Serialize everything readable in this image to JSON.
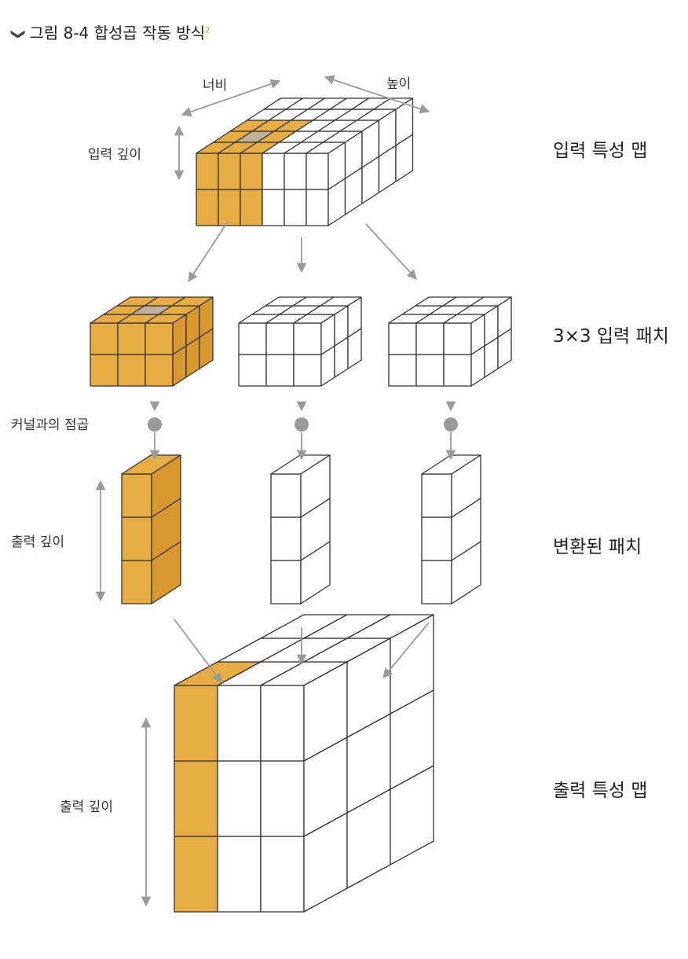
{
  "caption": {
    "marker": "❯",
    "text": "그림 8-4 합성곱 작동 방식",
    "footnote": "2"
  },
  "labels": {
    "width": "너비",
    "height": "높이",
    "input_depth": "입력 깊이",
    "dot_product": "커널과의 점곱",
    "output_depth_1": "출력 깊이",
    "output_depth_2": "출력 깊이"
  },
  "stages": {
    "input_map": "입력 특성 맵",
    "patches": "3×3 입력 패치",
    "transformed": "변환된 패치",
    "output_map": "출력 특성 맵"
  },
  "colors": {
    "highlight": "#e8ac45",
    "highlight_side": "#d9982f",
    "center_cell": "#c2b09a",
    "edge": "#333333",
    "arrow": "#9a9a9a"
  }
}
